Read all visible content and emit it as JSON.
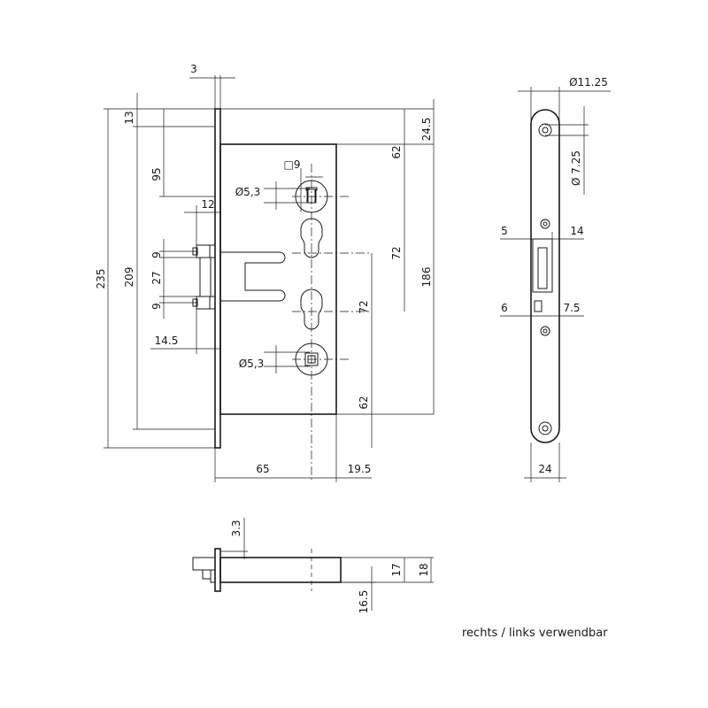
{
  "dimensions": {
    "d3": "3",
    "d13": "13",
    "d95": "95",
    "d235": "235",
    "d209": "209",
    "d12": "12",
    "d9a": "9",
    "d27": "27",
    "d9b": "9",
    "d14_5": "14.5",
    "sq9": "□9",
    "dia5_3_top": "Ø5,3",
    "dia5_3_bottom": "Ø5,3",
    "d62_top": "62",
    "d72_right": "72",
    "d72_inner": "72",
    "d62_bottom": "62",
    "d24_5": "24.5",
    "d186": "186",
    "d65": "65",
    "d19_5": "19.5",
    "dia11_25": "Ø11.25",
    "dia7_25": "Ø 7.25",
    "d5": "5",
    "d14": "14",
    "d6": "6",
    "d7_5": "7.5",
    "d24": "24",
    "d3_3": "3.3",
    "d17": "17",
    "d18": "18",
    "d16_5": "16.5"
  },
  "note": "rechts / links verwendbar"
}
